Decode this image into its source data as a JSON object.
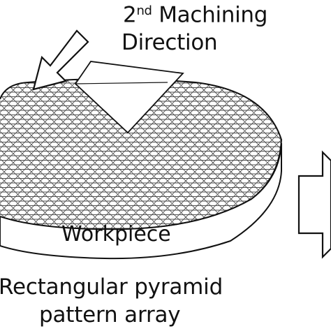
{
  "title": {
    "line1_prefix": "2",
    "line1_sup": "nd",
    "line1_suffix": " Machining",
    "line2": "Direction"
  },
  "workpiece_label": "Workpiece",
  "caption": {
    "line1": "Rectangular pyramid",
    "line2": "pattern array"
  },
  "colors": {
    "stroke": "#111111",
    "fill": "#ffffff",
    "texture": "#222222"
  },
  "icons": [
    "direction-arrow-icon",
    "next-step-arrow-icon"
  ]
}
